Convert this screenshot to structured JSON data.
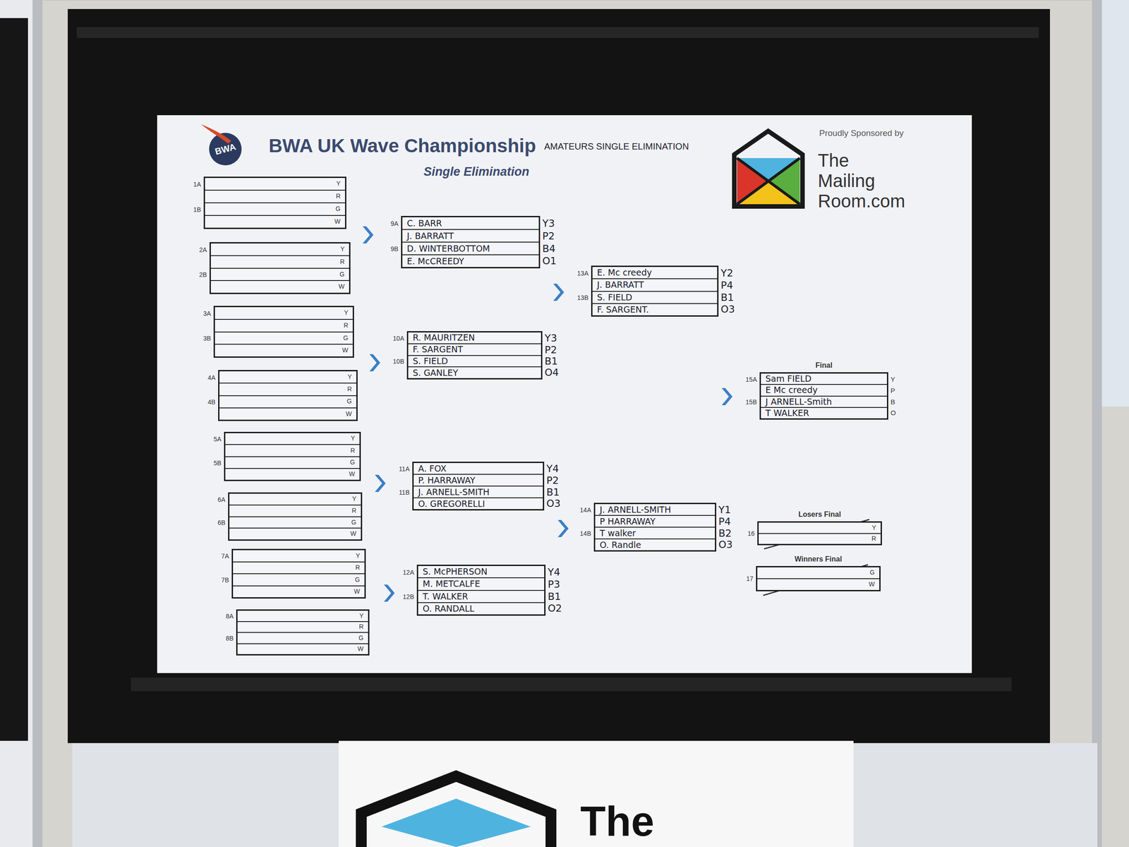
{
  "diagram": {
    "title": "BWA UK Wave Championship",
    "nodes": [
      {
        "text": [
          "Y",
          "R",
          "G",
          "W"
        ]
      },
      {
        "text": [
          "Y",
          "R",
          "G",
          "W"
        ]
      },
      {
        "text": [
          "Y",
          "R",
          "G",
          "W"
        ]
      },
      {
        "text": [
          "Y",
          "R",
          "G",
          "W"
        ]
      },
      {
        "text": [
          "Y",
          "R",
          "G",
          "W"
        ]
      },
      {
        "text": [
          "Y",
          "R",
          "G",
          "W"
        ]
      },
      {
        "text": [
          "Y",
          "R",
          "G",
          "W"
        ]
      },
      {
        "text": [
          "Y",
          "R",
          "G",
          "W"
        ]
      },
      {
        "text": [
          "C. BARR",
          "J. BARRATT",
          "D. WINTERBOTTOM",
          "E. McCREEDY"
        ]
      },
      {
        "text": [
          "R. MAURITZEN",
          "F. SARGENT",
          "S. FIELD",
          "S. GANLEY"
        ]
      },
      {
        "text": [
          "A. FOX",
          "P. HARRAWAY",
          "J. ARNELL-SMITH",
          "O. GREGORELLI"
        ]
      },
      {
        "text": [
          "S. McPHERSON",
          "M. METCALFE",
          "T. WALKER",
          "O. RANDALL"
        ]
      },
      {
        "text": [
          "E. Mc creedy",
          "J. BARRATT",
          "S. FIELD",
          "F. SARGENT."
        ]
      },
      {
        "text": [
          "J. ARNELL-SMITH",
          "P HARRAWAY",
          "T walker",
          "O. Randle"
        ]
      },
      {
        "text": [
          "Sam FIELD",
          "E Mc creedy",
          "J ARNELL-Smith",
          "T WALKER"
        ]
      },
      {
        "text": [
          "Y",
          "R"
        ]
      },
      {
        "text": [
          "G",
          "W"
        ]
      }
    ],
    "labels": [
      "BWA",
      "AMATEURS SINGLE ELIMINATION",
      "Single Elimination",
      "Proudly Sponsored by",
      "The",
      "Mailing",
      "Room.com",
      "1A",
      "1B",
      "2A",
      "2B",
      "3A",
      "3B",
      "4A",
      "4B",
      "5A",
      "5B",
      "6A",
      "6B",
      "7A",
      "7B",
      "8A",
      "8B",
      "9A",
      "9B",
      "10A",
      "10B",
      "11A",
      "11B",
      "12A",
      "12B",
      "13A",
      "13B",
      "14A",
      "14B",
      "15A",
      "15B",
      "16",
      "17",
      "Final",
      "Losers Final",
      "Winners Final",
      "Y3",
      "P2",
      "B4",
      "O1",
      "Y3",
      "P2",
      "B1",
      "O4",
      "Y4",
      "P2",
      "B1",
      "O3",
      "Y4",
      "P3",
      "B1",
      "O2",
      "Y2",
      "P4",
      "B1",
      "O3",
      "Y1",
      "P4",
      "B2",
      "O3",
      "Y",
      "P",
      "B",
      "O",
      "The"
    ]
  }
}
